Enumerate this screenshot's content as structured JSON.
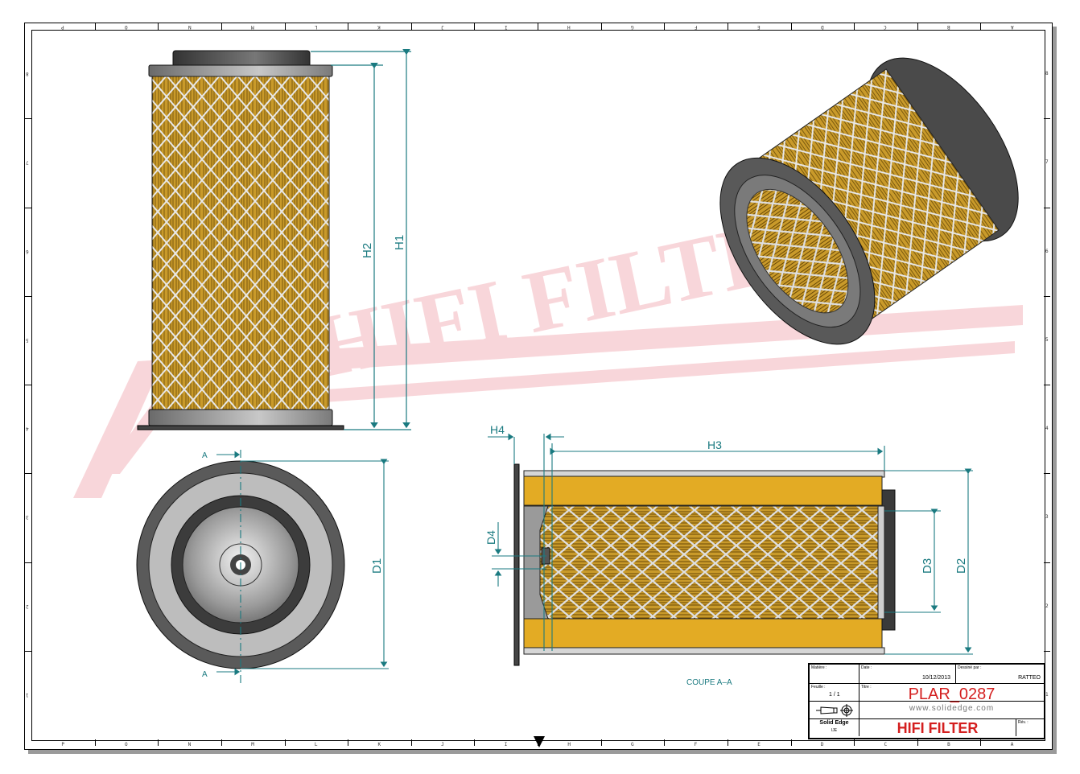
{
  "drawing": {
    "section_caption": "COUPE A–A",
    "section_marker": "A",
    "dimensions": {
      "h1": "H1",
      "h2": "H2",
      "h3": "H3",
      "h4": "H4",
      "d1": "D1",
      "d2": "D2",
      "d3": "D3",
      "d4": "D4"
    },
    "watermark": "HIFI FILTER",
    "colors": {
      "dimension": "#1a7a80",
      "media": "#e3ab24",
      "metal": "#8c8c8c",
      "rubber": "#4a4a4a",
      "watermark": "#f4c0c4",
      "title_red": "#d41f1f"
    }
  },
  "border": {
    "columns": [
      "P",
      "O",
      "N",
      "M",
      "L",
      "K",
      "J",
      "I",
      "H",
      "G",
      "F",
      "E",
      "D",
      "C",
      "B",
      "A"
    ],
    "rows": [
      "8",
      "7",
      "6",
      "5",
      "4",
      "3",
      "2",
      "1"
    ]
  },
  "title_block": {
    "material_label": "Matière :",
    "material_value": "",
    "date_label": "Date :",
    "date_value": "10/12/2013",
    "drawn_by_label": "Dessiné par :",
    "drawn_by_value": "RATTEO",
    "sheet_label": "Feuille :",
    "sheet_value": "1 / 1",
    "title_label": "Titre :",
    "title_value": "PLAR_0287",
    "website": "www.solidedge.com",
    "software": "Solid Edge",
    "software_sub": "IJE",
    "company": "HIFI FILTER",
    "rev_label": "Rév. :",
    "rev_value": ""
  }
}
